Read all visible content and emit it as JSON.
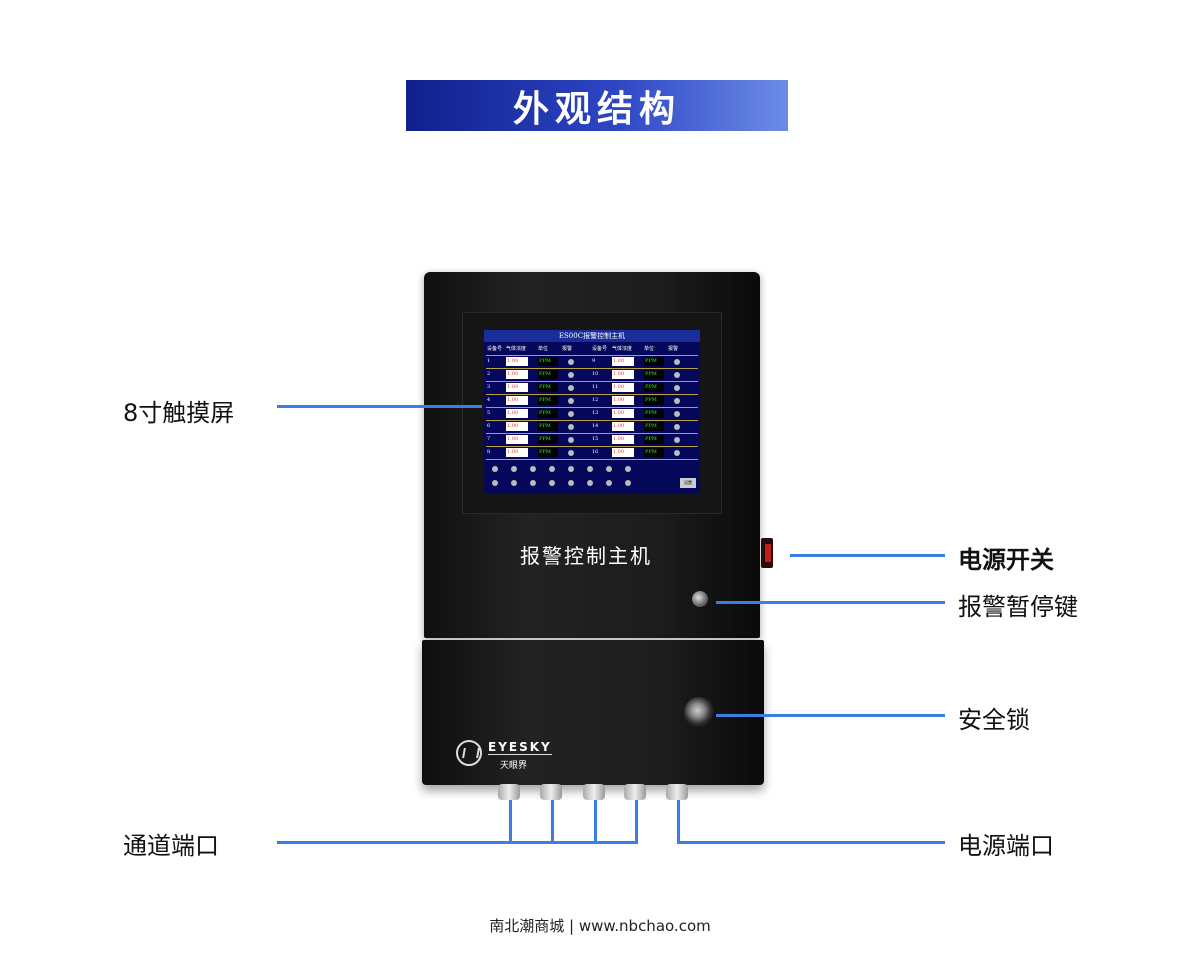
{
  "banner": {
    "title": "外观结构"
  },
  "device": {
    "label": "报警控制主机",
    "logo_brand": "EYESKY",
    "logo_sub": "天眼界"
  },
  "screen": {
    "title": "ES00C报警控制主机",
    "headers": [
      "设备号",
      "气体浓度",
      "单位",
      "报警",
      "设备号",
      "气体浓度",
      "单位",
      "报警"
    ],
    "rows_left": [
      {
        "id": "1",
        "value": "1.00",
        "unit": "PPM"
      },
      {
        "id": "2",
        "value": "1.00",
        "unit": "PPM"
      },
      {
        "id": "3",
        "value": "1.00",
        "unit": "PPM"
      },
      {
        "id": "4",
        "value": "1.00",
        "unit": "PPM"
      },
      {
        "id": "5",
        "value": "1.00",
        "unit": "PPM"
      },
      {
        "id": "6",
        "value": "1.00",
        "unit": "PPM"
      },
      {
        "id": "7",
        "value": "1.00",
        "unit": "PPM"
      },
      {
        "id": "8",
        "value": "1.00",
        "unit": "PPM"
      }
    ],
    "rows_right": [
      {
        "id": "9",
        "value": "1.00",
        "unit": "PPM"
      },
      {
        "id": "10",
        "value": "1.00",
        "unit": "PPM"
      },
      {
        "id": "11",
        "value": "1.00",
        "unit": "PPM"
      },
      {
        "id": "12",
        "value": "1.00",
        "unit": "PPM"
      },
      {
        "id": "13",
        "value": "1.00",
        "unit": "PPM"
      },
      {
        "id": "14",
        "value": "1.00",
        "unit": "PPM"
      },
      {
        "id": "15",
        "value": "1.00",
        "unit": "PPM"
      },
      {
        "id": "16",
        "value": "1.00",
        "unit": "PPM"
      }
    ],
    "button": "设置"
  },
  "callouts": {
    "touchscreen": "8寸触摸屏",
    "power_switch": "电源开关",
    "alarm_pause": "报警暂停键",
    "safety_lock": "安全锁",
    "channel_port": "通道端口",
    "power_port": "电源端口"
  },
  "footer": "南北潮商城 | www.nbchao.com",
  "colors": {
    "accent": "#3d7de6",
    "banner_start": "#0f1f8c",
    "banner_end": "#6d8ce6"
  }
}
